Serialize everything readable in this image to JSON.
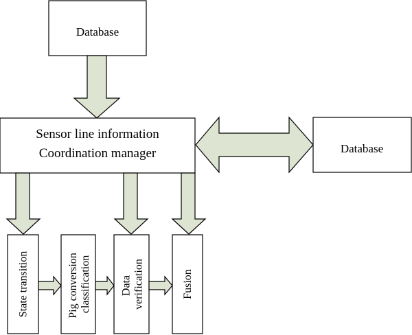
{
  "diagram": {
    "top_database": "Database",
    "manager_line1": "Sensor line information",
    "manager_line2": "Coordination manager",
    "right_database": "Database",
    "modules": [
      {
        "lines": [
          "State transition"
        ]
      },
      {
        "lines": [
          "Pig conversion",
          "classification"
        ]
      },
      {
        "lines": [
          "Data",
          "verification"
        ]
      },
      {
        "lines": [
          "Fusion"
        ]
      }
    ]
  },
  "colors": {
    "arrow_fill": "#dde4d2",
    "stroke": "#000000",
    "box_fill": "#ffffff"
  }
}
